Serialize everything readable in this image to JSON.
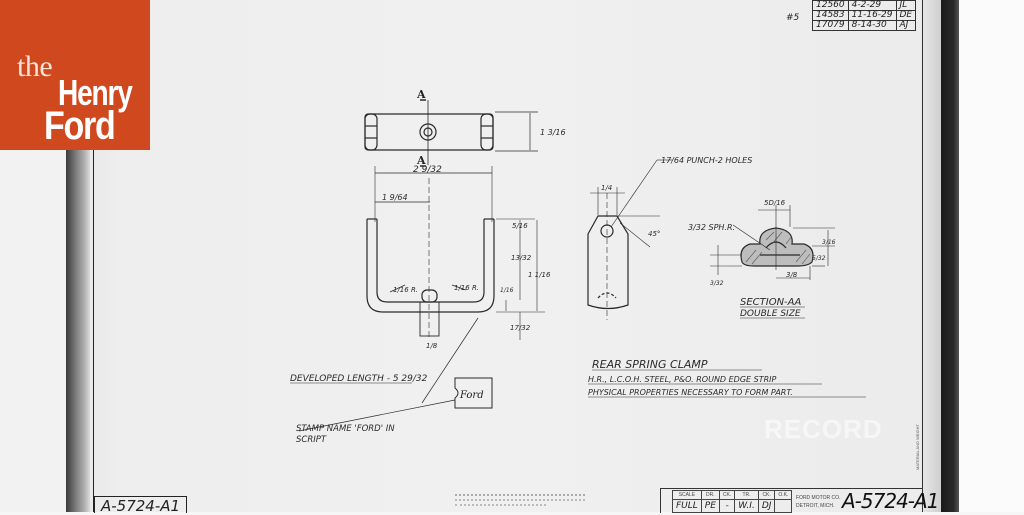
{
  "logo": {
    "line1": "the",
    "line2": "Henry",
    "line3": "Ford",
    "background_color": "#d0481e"
  },
  "revision_table": {
    "mark": "#5",
    "rows": [
      [
        "12560",
        "4-2-29",
        "JL"
      ],
      [
        "14583",
        "11-16-29",
        "DE"
      ],
      [
        "17079",
        "8-14-30",
        "AJ"
      ]
    ]
  },
  "views": {
    "section_marker_top": "A",
    "section_marker_bottom": "A",
    "top_view_height_dim": "1 3/16",
    "overall_width_dim": "2 9/32",
    "half_width_dim": "1 9/64",
    "top_leg_dim": "5/16",
    "mid_leg_dim": "13/32",
    "total_height_dim": "1 1/16",
    "bottom_bend_dim": "1/16",
    "lower_extension_dim": "17/32",
    "inner_radius_left": "1/16 R.",
    "inner_radius_right": "1/16 R.",
    "boss_width_dim": "1/8",
    "punch_note": "17/64 PUNCH-2 HOLES",
    "end_view_top_width": "1/4",
    "end_view_angle": "45°",
    "sph_radius": "3/32 SPH.R.",
    "section_width_dim": "5D/16",
    "section_height_dim": "3/16",
    "section_mid_dim": "5/32",
    "section_base_dim": "3/8",
    "section_left_dim": "3/32",
    "section_title": "SECTION-AA",
    "section_scale": "DOUBLE SIZE"
  },
  "notes": {
    "developed_length": "DEVELOPED LENGTH - 5 29/32",
    "stamp_text": "Ford",
    "stamp_note_line1": "STAMP NAME 'FORD' IN",
    "stamp_note_line2": "SCRIPT"
  },
  "part": {
    "name": "REAR SPRING CLAMP",
    "material_line1": "H.R., L.C.O.H. STEEL, P&O. ROUND EDGE STRIP",
    "material_line2": "PHYSICAL PROPERTIES NECESSARY TO FORM PART."
  },
  "title_block": {
    "headers": [
      "SCALE",
      "DR.",
      "CK.",
      "TR.",
      "CK.",
      "O.K."
    ],
    "values": [
      "FULL",
      "PE",
      "-",
      "W.I.",
      "DJ",
      ""
    ],
    "company_line1": "FORD MOTOR CO.",
    "company_line2": "DETROIT, MICH.",
    "drawing_number": "A-5724-A1",
    "drawing_number_left": "A-5724-A1",
    "material_note": "MATERIAL AND WEIGHT"
  },
  "watermark": "RECORD"
}
